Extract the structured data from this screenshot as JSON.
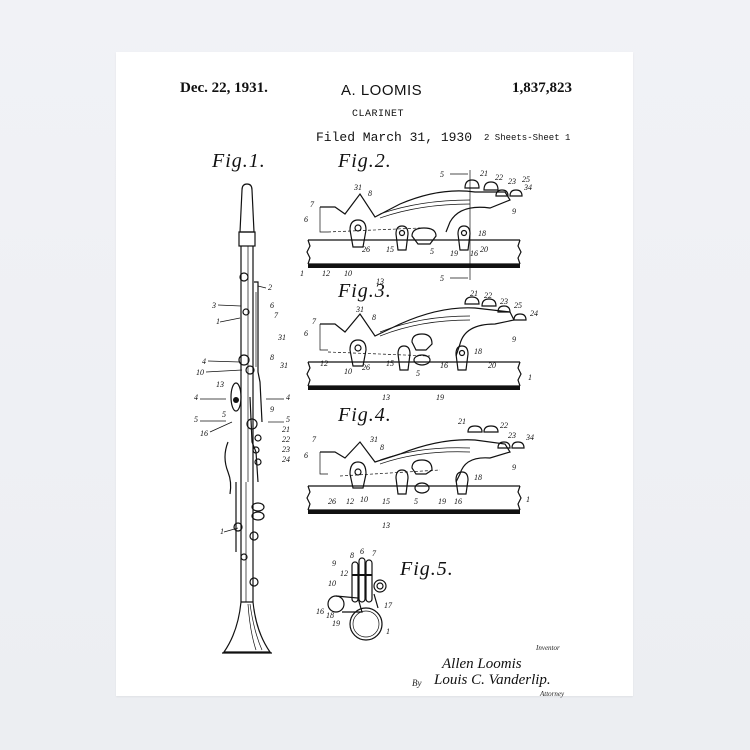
{
  "patent": {
    "date": "Dec. 22, 1931.",
    "inventor_header": "A. LOOMIS",
    "patent_number": "1,837,823",
    "title": "CLARINET",
    "filed": "Filed March 31, 1930",
    "sheets": "2 Sheets-Sheet  1"
  },
  "figures": [
    {
      "label": "Fig.1.",
      "callouts": [
        "1",
        "2",
        "3",
        "6",
        "7",
        "31",
        "4",
        "8",
        "10",
        "31",
        "13",
        "4",
        "4",
        "5",
        "9",
        "5",
        "5",
        "16",
        "21",
        "22",
        "23",
        "24",
        "1"
      ]
    },
    {
      "label": "Fig.2.",
      "callouts": [
        "7",
        "31",
        "8",
        "6",
        "21",
        "22",
        "23",
        "25",
        "34",
        "5",
        "5",
        "9",
        "18",
        "12",
        "10",
        "26",
        "15",
        "5",
        "13",
        "19",
        "16",
        "20",
        "1"
      ]
    },
    {
      "label": "Fig.3.",
      "callouts": [
        "7",
        "31",
        "8",
        "6",
        "21",
        "22",
        "23",
        "25",
        "24",
        "9",
        "18",
        "12",
        "10",
        "26",
        "15",
        "5",
        "16",
        "20",
        "1",
        "13",
        "19"
      ]
    },
    {
      "label": "Fig.4.",
      "callouts": [
        "7",
        "31",
        "8",
        "6",
        "21",
        "22",
        "23",
        "34",
        "9",
        "18",
        "26",
        "12",
        "10",
        "15",
        "5",
        "19",
        "16",
        "1",
        "13"
      ]
    },
    {
      "label": "Fig.5.",
      "callouts": [
        "8",
        "6",
        "7",
        "9",
        "12",
        "10",
        "16",
        "18",
        "19",
        "17",
        "1"
      ]
    }
  ],
  "signature": {
    "inventor_caption": "Inventor",
    "inventor_name": "Allen Loomis",
    "by": "By",
    "attorney_name": "Louis C. Vanderlip.",
    "attorney_caption": "Attorney"
  }
}
